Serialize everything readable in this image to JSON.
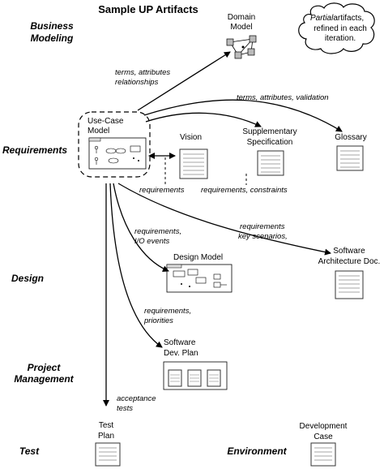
{
  "title": "Sample UP Artifacts",
  "disciplines": {
    "business_modeling": [
      "Business",
      "Modeling"
    ],
    "requirements": "Requirements",
    "design": "Design",
    "project_management": [
      "Project",
      "Management"
    ],
    "test": "Test",
    "environment": "Environment"
  },
  "cloud": {
    "emphasis": "Partial",
    "rest": [
      "artifacts,",
      "refined in each",
      "iteration."
    ]
  },
  "artifacts": {
    "domain_model": [
      "Domain",
      "Model"
    ],
    "use_case_model": [
      "Use-Case",
      "Model"
    ],
    "vision": "Vision",
    "supplementary_spec": [
      "Supplementary",
      "Specification"
    ],
    "glossary": "Glossary",
    "software_architecture_doc": [
      "Software",
      "Architecture Doc."
    ],
    "design_model": "Design Model",
    "software_dev_plan": [
      "Software",
      "Dev. Plan"
    ],
    "test_plan": [
      "Test",
      "Plan"
    ],
    "development_case": [
      "Development",
      "Case"
    ]
  },
  "flows": {
    "to_domain_model": [
      "terms, attributes",
      "relationships"
    ],
    "to_glossary": "terms, attributes, validation",
    "to_vision": "requirements",
    "to_supplementary": "requirements, constraints",
    "to_architecture": [
      "requirements",
      "key scenarios,"
    ],
    "to_design_model": [
      "requirements,",
      "I/O events"
    ],
    "to_dev_plan": [
      "requirements,",
      "priorities"
    ],
    "to_test_plan": [
      "acceptance",
      "tests"
    ]
  }
}
